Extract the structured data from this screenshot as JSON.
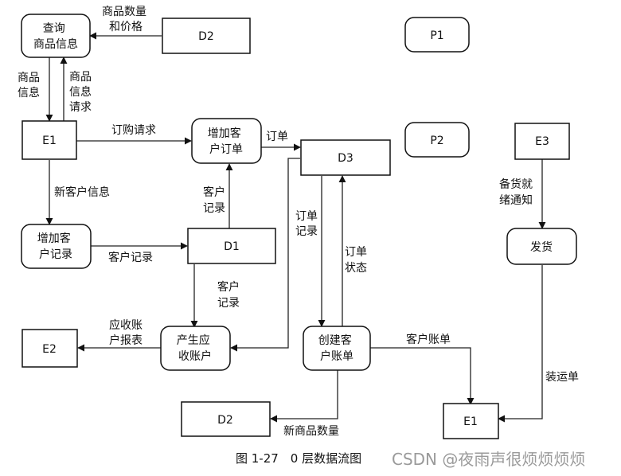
{
  "nodes": {
    "query_goods": [
      "查询",
      "商品信息"
    ],
    "d2_top": [
      "D2"
    ],
    "p1": [
      "P1"
    ],
    "e1_left": [
      "E1"
    ],
    "add_order": [
      "增加客",
      "户订单"
    ],
    "d3": [
      "D3"
    ],
    "p2": [
      "P2"
    ],
    "e3": [
      "E3"
    ],
    "add_customer": [
      "增加客",
      "户记录"
    ],
    "d1": [
      "D1"
    ],
    "ship": [
      "发货"
    ],
    "e2": [
      "E2"
    ],
    "gen_receivable": [
      "产生应",
      "收账户"
    ],
    "create_account": [
      "创建客",
      "户账单"
    ],
    "d2_bottom": [
      "D2"
    ],
    "e1_bottom": [
      "E1"
    ]
  },
  "edges": {
    "qty_price": [
      "商品数量",
      "和价格"
    ],
    "goods_info": [
      "商品",
      "信息"
    ],
    "goods_info_req": [
      "商品",
      "信息",
      "请求"
    ],
    "order_request": [
      "订购请求"
    ],
    "new_customer_info": [
      "新客户信息"
    ],
    "customer_record_a": [
      "客户",
      "记录"
    ],
    "order_label": [
      "订单"
    ],
    "customer_record_b": [
      "客户记录"
    ],
    "order_record": [
      "订单",
      "记录"
    ],
    "order_status": [
      "订单",
      "状态"
    ],
    "ready_notice": [
      "备货就",
      "绪通知"
    ],
    "customer_record_c": [
      "客户",
      "记录"
    ],
    "receivable_report": [
      "应收账",
      "户报表"
    ],
    "customer_bill": [
      "客户账单"
    ],
    "shipping_list": [
      "装运单"
    ],
    "new_goods_qty": [
      "新商品数量"
    ]
  },
  "caption": "图 1-27　0 层数据流图",
  "watermark": "CSDN @夜雨声很烦烦烦烦"
}
